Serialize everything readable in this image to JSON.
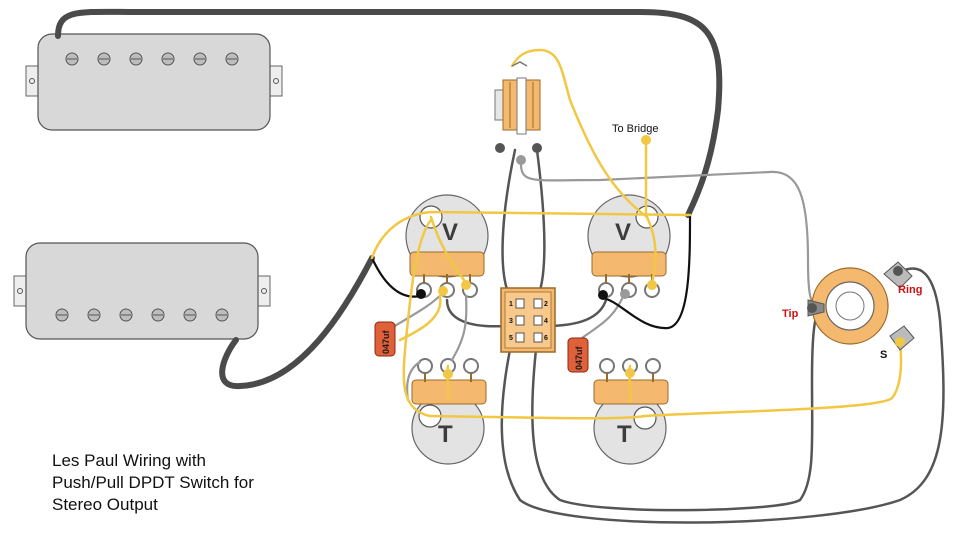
{
  "caption": {
    "line1": "Les Paul Wiring with",
    "line2": "Push/Pull DPDT Switch for",
    "line3": "Stereo Output"
  },
  "labels": {
    "to_bridge": "To Bridge",
    "tip": "Tip",
    "ring": "Ring",
    "sleeve": "S"
  },
  "pots": {
    "volume_letter": "V",
    "tone_letter": "T"
  },
  "capacitors": {
    "value": "047uf"
  },
  "switch_terminals": [
    "1",
    "2",
    "3",
    "4",
    "5",
    "6"
  ],
  "colors": {
    "hot_wire": "#f2c744",
    "ground_wire": "#555555",
    "cable": "#4a4a4a",
    "shield_wire": "#999999",
    "black_wire": "#111111",
    "pickup_body": "#d8d8d8",
    "pot_body": "#e3e3e3",
    "pot_lugs": "#f4b96e",
    "capacitor": "#e0603a",
    "label_red": "#cc1111"
  }
}
